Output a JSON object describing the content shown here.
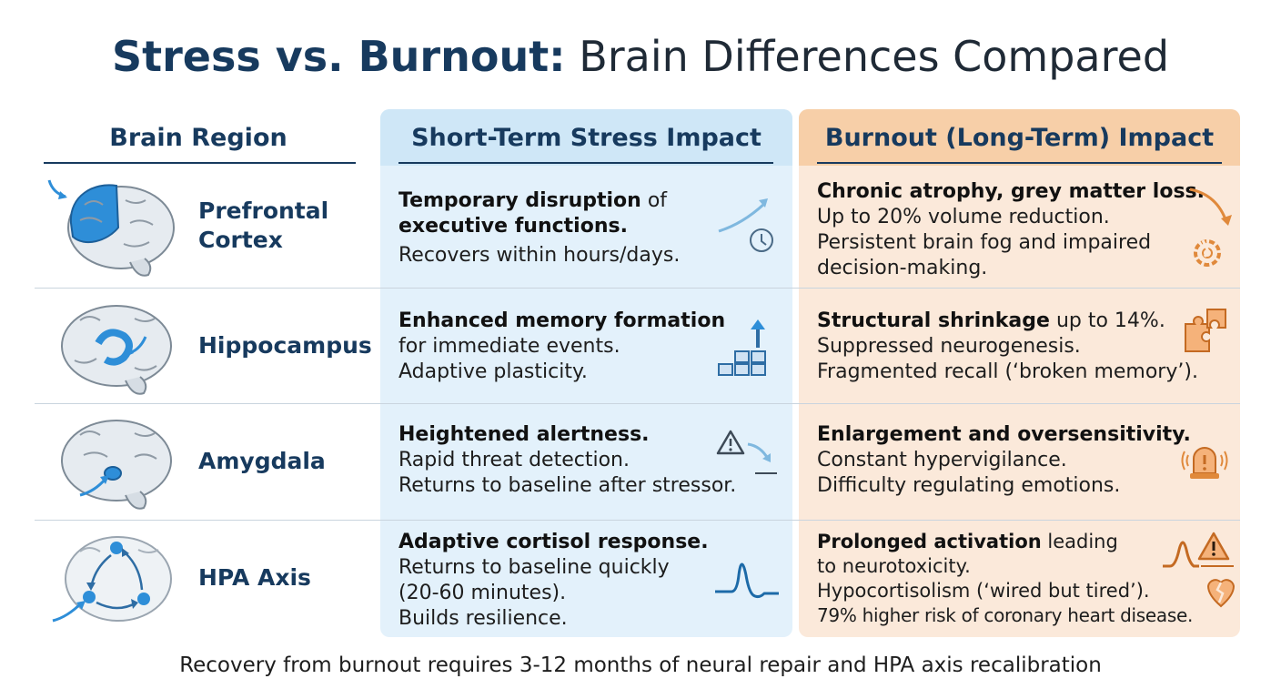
{
  "title": {
    "bold": "Stress vs. Burnout:",
    "light": " Brain Differences Compared"
  },
  "headers": {
    "region": "Brain Region",
    "stress": "Short-Term Stress Impact",
    "burnout": "Burnout (Long-Term) Impact"
  },
  "rows": [
    {
      "region": [
        "Prefrontal",
        "Cortex"
      ],
      "stress": [
        [
          "Temporary disruption",
          " of"
        ],
        [
          "executive functions.",
          ""
        ],
        [
          "",
          "Recovers within hours/days."
        ]
      ],
      "burnout": [
        [
          "Chronic atrophy, grey matter loss.",
          ""
        ],
        [
          "",
          "Up to 20% volume reduction."
        ],
        [
          "",
          "Persistent brain fog and impaired"
        ],
        [
          "",
          "decision-making."
        ]
      ]
    },
    {
      "region": [
        "Hippocampus"
      ],
      "stress": [
        [
          "Enhanced memory formation",
          ""
        ],
        [
          "",
          "for immediate events."
        ],
        [
          "",
          "Adaptive plasticity."
        ]
      ],
      "burnout": [
        [
          "Structural shrinkage",
          " up to 14%."
        ],
        [
          "",
          "Suppressed neurogenesis."
        ],
        [
          "",
          "Fragmented recall (‘broken memory’)."
        ]
      ]
    },
    {
      "region": [
        "Amygdala"
      ],
      "stress": [
        [
          "Heightened alertness.",
          ""
        ],
        [
          "",
          "Rapid threat detection."
        ],
        [
          "",
          "Returns to baseline after stressor."
        ]
      ],
      "burnout": [
        [
          "Enlargement and oversensitivity.",
          ""
        ],
        [
          "",
          "Constant hypervigilance."
        ],
        [
          "",
          "Difficulty regulating emotions."
        ]
      ]
    },
    {
      "region": [
        "HPA Axis"
      ],
      "stress": [
        [
          "Adaptive cortisol response.",
          ""
        ],
        [
          "",
          "Returns to baseline quickly"
        ],
        [
          "",
          "(20-60 minutes)."
        ],
        [
          "",
          "Builds resilience."
        ]
      ],
      "burnout": [
        [
          "Prolonged activation",
          " leading"
        ],
        [
          "",
          "to neurotoxicity."
        ],
        [
          "",
          "Hypocortisolism (‘wired but tired’)."
        ],
        [
          "",
          "79% higher risk of coronary heart disease."
        ]
      ]
    }
  ],
  "footer": "Recovery from burnout requires 3-12 months of neural repair and HPA axis recalibration",
  "icons": {
    "brains": [
      "brain-prefrontal-highlight-icon",
      "brain-hippocampus-highlight-icon",
      "brain-amygdala-highlight-icon",
      "brain-hpa-axis-cycle-icon"
    ],
    "stress": [
      "clock-arrow-up-icon",
      "bar-chart-growth-icon",
      "warning-arrow-down-icon",
      "cortisol-spike-wave-icon"
    ],
    "burnout": [
      "broken-gear-icon",
      "puzzle-pieces-icon",
      "alarm-light-icon",
      "broken-heart-warning-icon"
    ]
  },
  "colors": {
    "navy": "#173a5e",
    "stress_panel": "#e3f1fb",
    "burnout_panel": "#fbe9da",
    "accent_blue": "#2e8ed8",
    "accent_orange": "#e0893b"
  }
}
